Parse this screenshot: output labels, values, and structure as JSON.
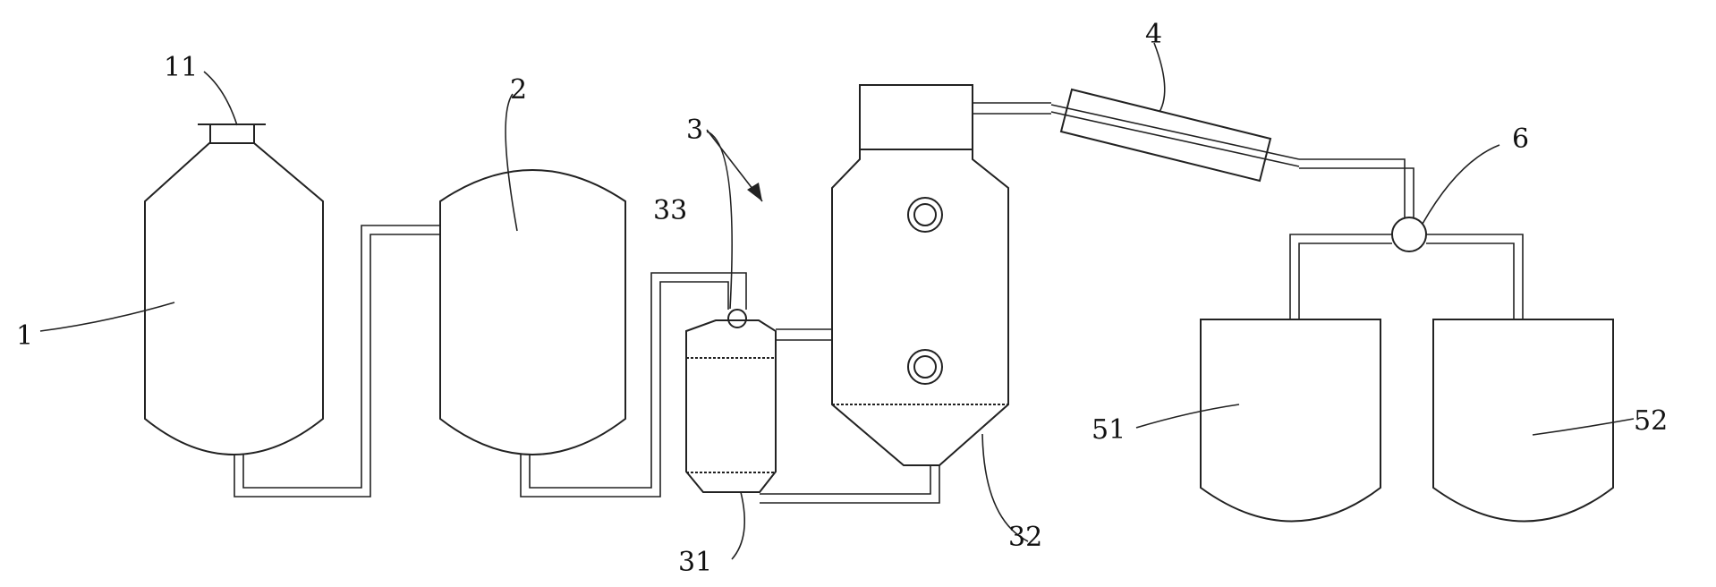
{
  "labels": {
    "tank_1": "1",
    "cap_11": "11",
    "tank_2": "2",
    "system_3": "3",
    "valve_33": "33",
    "small_unit_31": "31",
    "column_32": "32",
    "condenser_4": "4",
    "valve_6": "6",
    "tank_51": "51",
    "tank_52": "52"
  }
}
